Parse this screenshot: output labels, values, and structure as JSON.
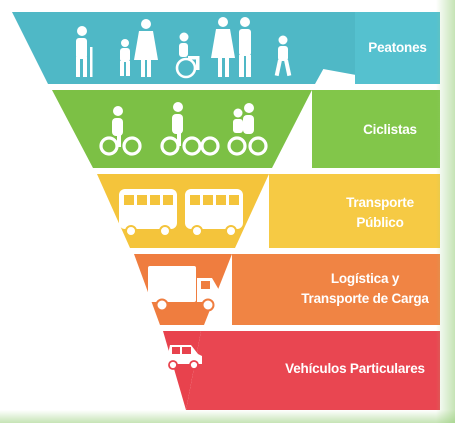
{
  "pyramid": {
    "levels": [
      {
        "label": "Peatones",
        "color": "#4fb8c6"
      },
      {
        "label": "Ciclistas",
        "color": "#7cc045"
      },
      {
        "label": "Transporte\nPúblico",
        "label_line1": "Transporte",
        "label_line2": "Público",
        "color": "#f4c43b"
      },
      {
        "label": "Logística y\nTransporte de Carga",
        "label_line1": "Logística y",
        "label_line2": "Transporte de Carga",
        "color": "#ef7d3f"
      },
      {
        "label": "Vehículos Particulares",
        "color": "#e8424d"
      }
    ],
    "icons": {
      "level1": "pedestrians-icon",
      "level2": "cyclists-icon",
      "level3": "bus-icon",
      "level4": "truck-icon",
      "level5": "car-icon"
    }
  }
}
